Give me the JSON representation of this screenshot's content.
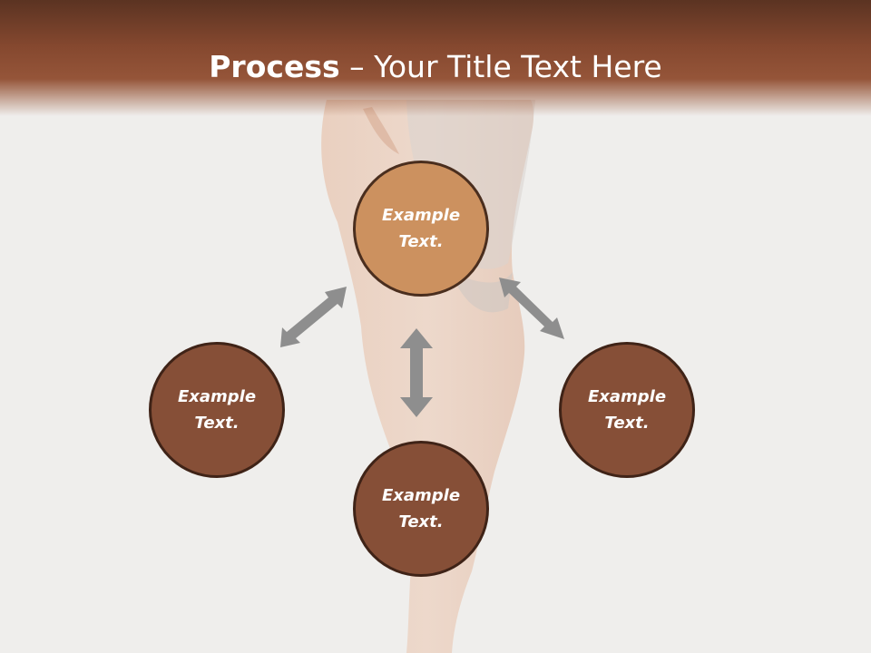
{
  "title": {
    "bold": "Process",
    "separator": " – ",
    "rest": "Your Title Text Here"
  },
  "nodes": [
    {
      "id": "top",
      "line1": "Example",
      "line2": "Text."
    },
    {
      "id": "left",
      "line1": "Example",
      "line2": "Text."
    },
    {
      "id": "bottom",
      "line1": "Example",
      "line2": "Text."
    },
    {
      "id": "right",
      "line1": "Example",
      "line2": "Text."
    }
  ],
  "colors": {
    "header": "#85482f",
    "circle_top": "#cc915f",
    "circle": "#864f37",
    "arrow": "#8c8c8c"
  }
}
